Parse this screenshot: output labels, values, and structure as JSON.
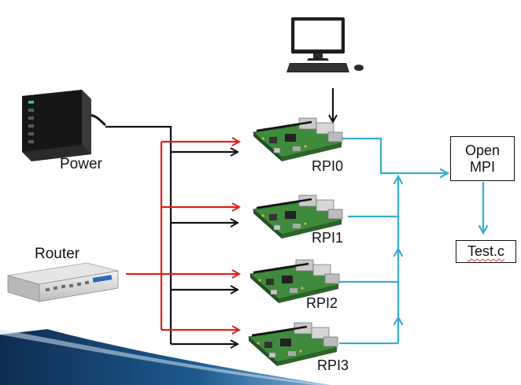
{
  "labels": {
    "power": "Power",
    "router": "Router",
    "rpi0": "RPI0",
    "rpi1": "RPI1",
    "rpi2": "RPI2",
    "rpi3": "RPI3",
    "openmpi_line1": "Open",
    "openmpi_line2": "MPI",
    "testc": "Test.c"
  },
  "colors": {
    "power_cable": "#111111",
    "network_cable": "#e0201c",
    "data_flow": "#35aed0",
    "board_green": "#3f8a3c",
    "footer_band": "#123a63"
  },
  "icons": {
    "computer": "desktop-computer-icon",
    "power": "usb-charger-icon",
    "router": "network-switch-icon",
    "board": "raspberry-pi-board-icon"
  }
}
